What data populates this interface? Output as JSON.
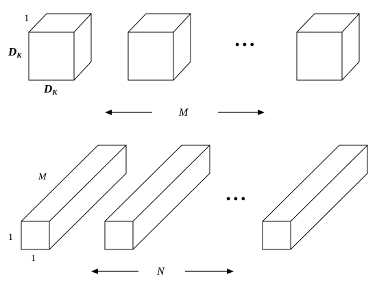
{
  "top_row": {
    "corner_label": "1",
    "height_label_main": "D",
    "height_label_sub": "K",
    "width_label_main": "D",
    "width_label_sub": "K",
    "ellipsis": "• • •",
    "dimension_label": "M"
  },
  "bottom_row": {
    "depth_label": "M",
    "height_label": "1",
    "width_label": "1",
    "ellipsis": "• • •",
    "dimension_label": "N"
  }
}
